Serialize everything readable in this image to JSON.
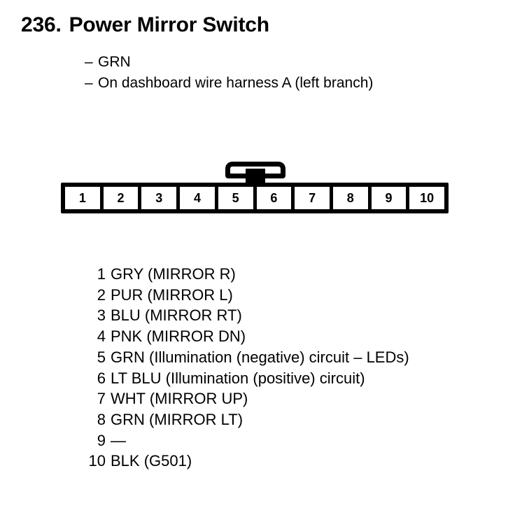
{
  "document": {
    "title_number": "236.",
    "title_text": "Power Mirror Switch",
    "background_color": "#ffffff",
    "ink_color": "#000000"
  },
  "notes": {
    "dash": "–",
    "items": [
      "GRN",
      "On dashboard wire harness A (left branch)"
    ]
  },
  "connector": {
    "pin_count": 10,
    "latch_name": "locking-tab",
    "pins": [
      "1",
      "2",
      "3",
      "4",
      "5",
      "6",
      "7",
      "8",
      "9",
      "10"
    ]
  },
  "pin_legend": [
    {
      "num": "1",
      "desc": "GRY (MIRROR R)"
    },
    {
      "num": "2",
      "desc": "PUR (MIRROR L)"
    },
    {
      "num": "3",
      "desc": "BLU (MIRROR RT)"
    },
    {
      "num": "4",
      "desc": "PNK (MIRROR DN)"
    },
    {
      "num": "5",
      "desc": "GRN (Illumination (negative) circuit – LEDs)"
    },
    {
      "num": "6",
      "desc": "LT BLU (Illumination (positive) circuit)"
    },
    {
      "num": "7",
      "desc": "WHT (MIRROR UP)"
    },
    {
      "num": "8",
      "desc": "GRN (MIRROR LT)"
    },
    {
      "num": "9",
      "desc": "—"
    },
    {
      "num": "10",
      "desc": "BLK (G501)"
    }
  ]
}
